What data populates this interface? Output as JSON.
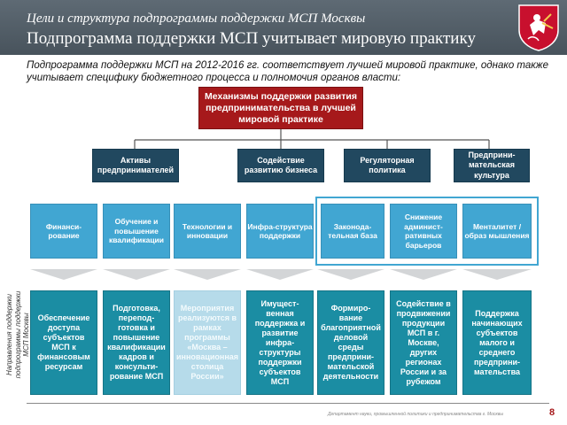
{
  "header": {
    "subtitle": "Цели и структура подпрограммы поддержки МСП Москвы",
    "title": "Подпрограмма поддержки МСП учитывает мировую практику"
  },
  "intro": "Подпрограмма поддержки МСП на 2012-2016 гг. соответствует лучшей мировой практике, однако также учитывает специфику бюджетного процесса и полномочия органов власти:",
  "diagram": {
    "top": "Механизмы поддержки развития предпринимательства в лучшей мировой практике",
    "categories": [
      "Активы предпринимателей",
      "Содействие развитию бизнеса",
      "Регуляторная политика",
      "Предприни-мательская культура"
    ],
    "mechanisms": [
      "Финанси-рование",
      "Обучение и повышение квалификации",
      "Технологии и инновации",
      "Инфра-структура поддержки",
      "Законода-тельная база",
      "Снижение админист-ративных барьеров",
      "Менталитет / образ мышления"
    ],
    "directions": [
      "Обеспечение доступа субъектов МСП к финансовым ресурсам",
      "Подготовка, перепод-готовка и повышение квалификации кадров и консульти-рование МСП",
      "Мероприятия реализуются в рамках программы «Москва – инновационная столица России»",
      "Имущест-венная поддержка и развитие инфра-структуры поддержки субъектов МСП",
      "Формиро-вание благоприятной деловой среды предприни-мательской деятельности",
      "Содействие в продвижении продукции МСП в г. Москве, других регионах России и за рубежом",
      "Поддержка начинающих субъектов малого и среднего предприни-мательства"
    ]
  },
  "side_label": "Направления поддержки подпрограммы поддержки МСП Москвы",
  "footer": {
    "text": "Департамент науки, промышленной политики и предпринимательства г. Москвы",
    "page": "8"
  },
  "colors": {
    "header": "#4f5b64",
    "top_box": "#a6191b",
    "category": "#21485f",
    "mechanism": "#41a6d2",
    "direction": "#1b8da3"
  }
}
